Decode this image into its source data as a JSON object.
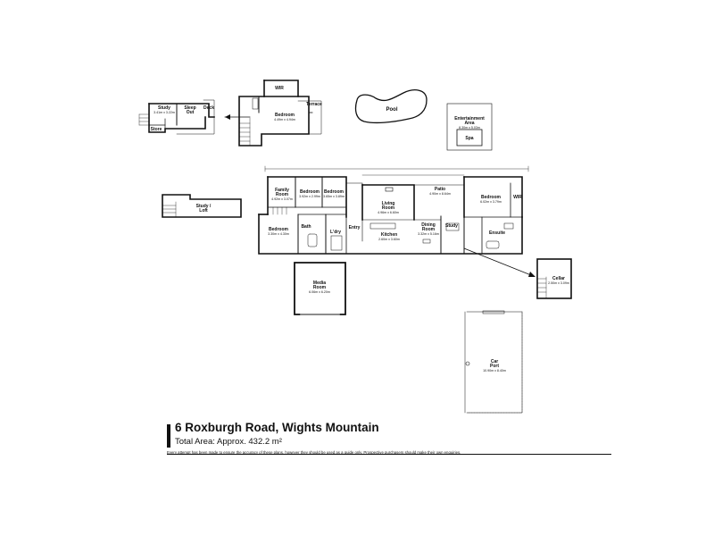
{
  "address": "6 Roxburgh Road, Wights Mountain",
  "total_area": "Total Area: Approx. 432.2 m²",
  "disclaimer": "Every attempt has been made to ensure the accuracy of these plans, however they should be used as a guide only.  Prospective purchasers should make their own enquiries.",
  "rooms": {
    "study_top": {
      "name": "Study",
      "dim": "3.41m x 3.22m"
    },
    "sleep_out": {
      "name": "Sleep Out"
    },
    "deck": {
      "name": "Deck"
    },
    "store": {
      "name": "Store"
    },
    "wir_top": {
      "name": "WIR"
    },
    "bedroom_top": {
      "name": "Bedroom",
      "dim": "4.49m x 4.94m"
    },
    "terrace": {
      "name": "Terrace"
    },
    "pool": {
      "name": "Pool"
    },
    "entertainment": {
      "name": "Entertainment Area",
      "dim": "8.30m x 5.03m"
    },
    "spa": {
      "name": "Spa"
    },
    "study_loft": {
      "name": "Study / Loft"
    },
    "family_room": {
      "name": "Family Room",
      "dim": "4.92m x 3.07m"
    },
    "bedroom_a": {
      "name": "Bedroom",
      "dim": "3.92m x 2.99m"
    },
    "bedroom_b": {
      "name": "Bedroom",
      "dim": "3.65m x 3.89m"
    },
    "patio": {
      "name": "Patio",
      "dim": "4.90m x 8.64m"
    },
    "living_room": {
      "name": "Living Room",
      "dim": "4.96m x 6.60m"
    },
    "bedroom_main": {
      "name": "Bedroom",
      "dim": "6.02m x 3.79m"
    },
    "wir_main": {
      "name": "WIR"
    },
    "bedroom_left": {
      "name": "Bedroom",
      "dim": "3.30m x 4.30m"
    },
    "bath": {
      "name": "Bath"
    },
    "lndry": {
      "name": "L'dry"
    },
    "entry": {
      "name": "Entry"
    },
    "kitchen": {
      "name": "Kitchen",
      "dim": "2.60m x 3.60m"
    },
    "dining_room": {
      "name": "Dining Room",
      "dim": "3.32m x 5.16m"
    },
    "study_main": {
      "name": "Study"
    },
    "ensuite": {
      "name": "Ensuite"
    },
    "media_room": {
      "name": "Media Room",
      "dim": "6.06m x 6.20m"
    },
    "cellar": {
      "name": "Cellar",
      "dim": "2.50m x 3.09m"
    },
    "car_port": {
      "name": "Car Port",
      "dim": "10.90m x 8.40m"
    }
  }
}
